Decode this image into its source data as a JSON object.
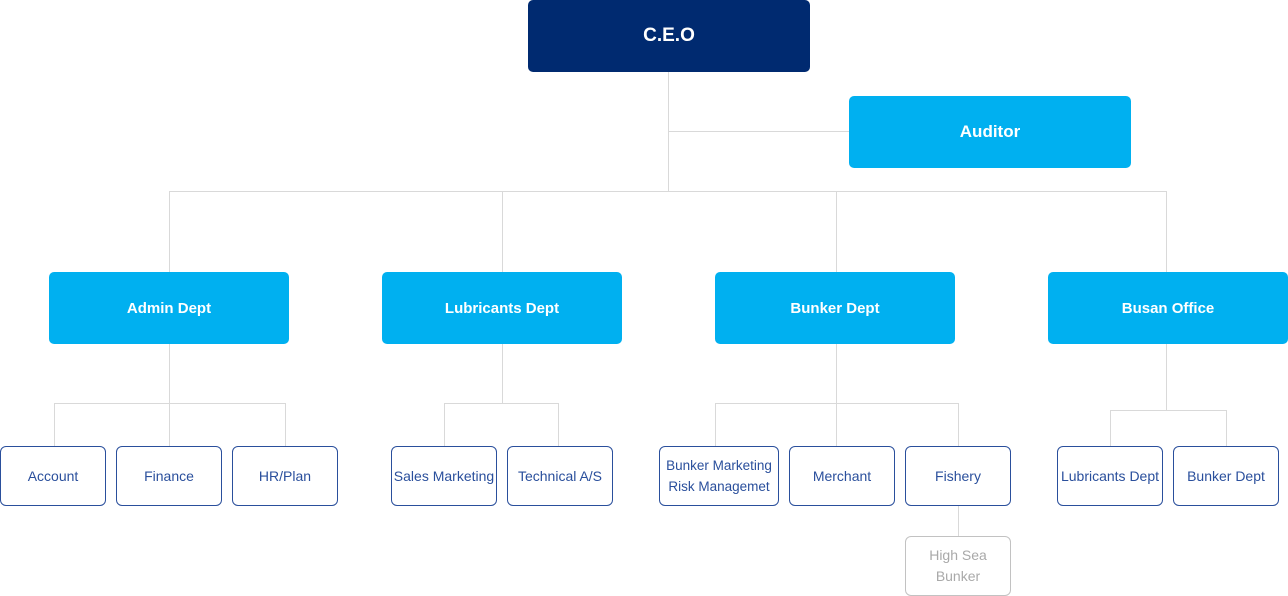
{
  "ceo": "C.E.O",
  "auditor": "Auditor",
  "departments": [
    {
      "name": "Admin Dept",
      "units": [
        "Account",
        "Finance",
        "HR/Plan"
      ]
    },
    {
      "name": "Lubricants Dept",
      "units": [
        "Sales Marketing",
        "Technical A/S"
      ]
    },
    {
      "name": "Bunker Dept",
      "units": [
        "Bunker Marketing\nRisk Managemet",
        "Merchant",
        "Fishery"
      ]
    },
    {
      "name": "Busan Office",
      "units": [
        "Lubricants Dept",
        "Bunker Dept"
      ]
    }
  ],
  "fishery_child": "High Sea\nBunker",
  "colors": {
    "ceo": "#002a70",
    "primary": "#00b0f0",
    "unit_border": "#2a4f9c",
    "connector": "#d9d9d9"
  }
}
